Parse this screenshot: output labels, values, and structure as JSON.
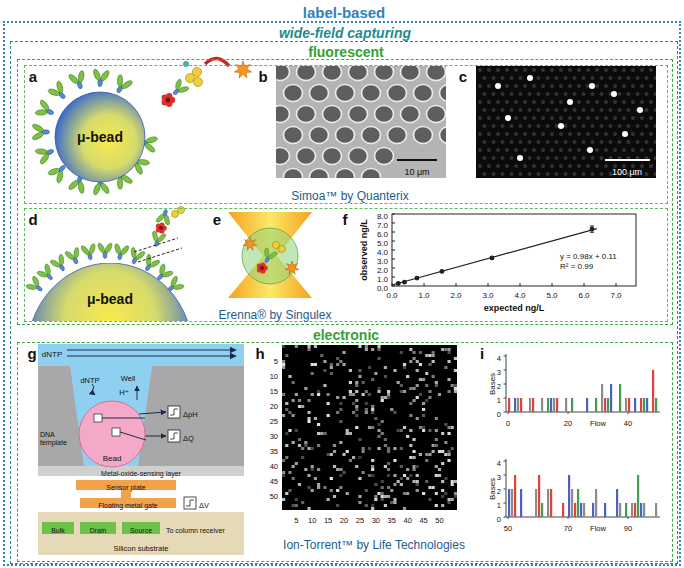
{
  "diagram": {
    "nodes": [
      {
        "text": [
          "label-based"
        ]
      },
      {
        "text": [
          "wide-field capturing"
        ],
        "in": 0
      },
      {
        "text": [
          "fluorescent"
        ],
        "in": 1
      },
      {
        "text": [
          "a",
          "b",
          "c",
          "Simoa™ by Quanterix"
        ],
        "in": 2
      },
      {
        "text": [
          "μ-bead"
        ],
        "in": 3
      },
      {
        "text": [
          "d",
          "e",
          "f",
          "Erenna® by Singulex"
        ],
        "in": 2
      },
      {
        "text": [
          "μ-bead"
        ],
        "in": 5
      },
      {
        "text": [
          "electronic",
          "g",
          "h",
          "i",
          "Ion-Torrent™ by Life Technologies"
        ],
        "in": 1
      },
      {
        "text": [
          "Bead"
        ],
        "in": 7
      }
    ],
    "labels": [
      "10 μm",
      "100 μm",
      "0.0",
      "1.0",
      "2.0",
      "3.0",
      "4.0",
      "5.0",
      "6.0",
      "7.0",
      "8.0",
      "0.0",
      "1.0",
      "2.0",
      "3.0",
      "4.0",
      "5.0",
      "6.0",
      "7.0",
      "observed ng/L",
      "expected ng/L",
      "y = 0.98x + 0.11",
      "R² = 0.99",
      "dNTP",
      "dNTP",
      "Well",
      "H⁺",
      "ΔpH",
      "ΔQ",
      "DNA template",
      "Metal-oxide-sensing layer",
      "Sensor plate",
      "Floating metal gate",
      "ΔV",
      "Silicon substrate",
      "Bulk",
      "Drain",
      "Source",
      "To column receiver",
      "5",
      "10",
      "15",
      "20",
      "25",
      "30",
      "35",
      "40",
      "45",
      "50",
      "5",
      "10",
      "15",
      "20",
      "25",
      "30",
      "35",
      "40",
      "45",
      "50",
      "0",
      "1",
      "2",
      "3",
      "4",
      "Bases",
      "0",
      "20",
      "Flow",
      "40",
      "0",
      "1",
      "2",
      "3",
      "4",
      "Bases",
      "50",
      "70",
      "Flow",
      "90"
    ]
  }
}
